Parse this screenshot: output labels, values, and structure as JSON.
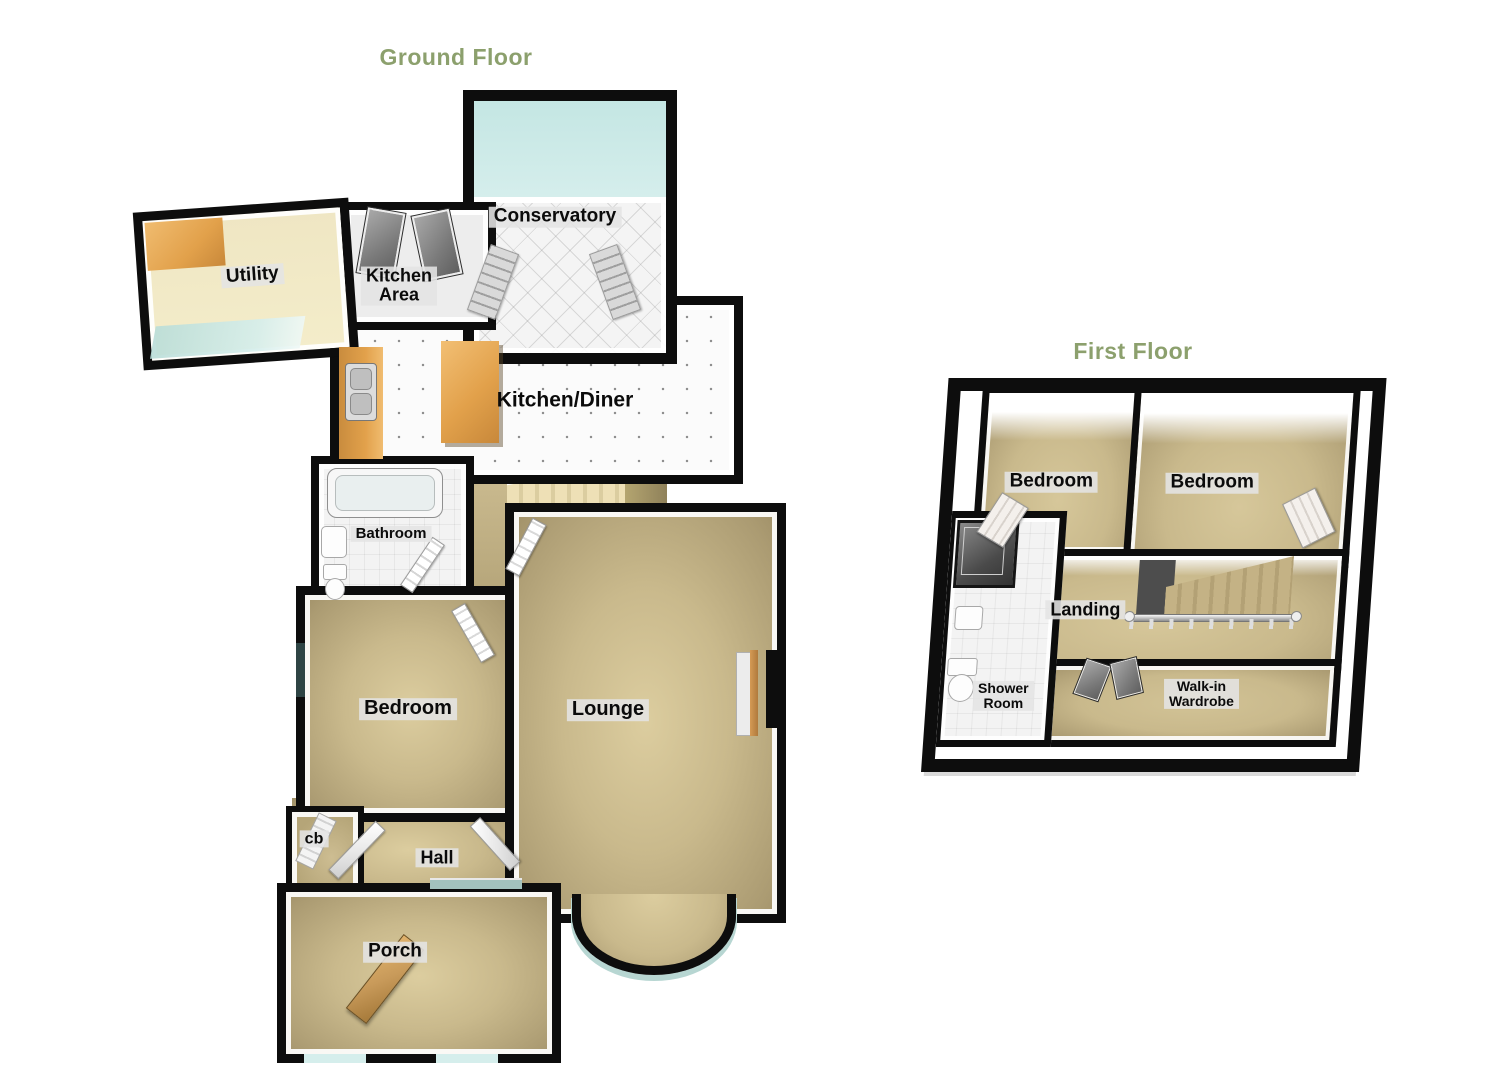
{
  "ground_floor": {
    "title": "Ground Floor",
    "rooms": {
      "conservatory": "Conservatory",
      "utility": "Utility",
      "kitchen_area": {
        "line1": "Kitchen",
        "line2": "Area"
      },
      "kitchen_diner": "Kitchen/Diner",
      "bathroom": "Bathroom",
      "bedroom": "Bedroom",
      "lounge": "Lounge",
      "cupboard": "cb",
      "hall": "Hall",
      "porch": "Porch"
    }
  },
  "first_floor": {
    "title": "First Floor",
    "rooms": {
      "bedroom_left": "Bedroom",
      "bedroom_right": "Bedroom",
      "landing": "Landing",
      "shower_room": {
        "line1": "Shower",
        "line2": "Room"
      },
      "walk_in_wardrobe": {
        "line1": "Walk-in",
        "line2": "Wardrobe"
      }
    }
  },
  "colors": {
    "title": "#8ca06d",
    "wall": "#0d0d0d",
    "carpet": "#c9b98c",
    "tile": "#f3f3f3",
    "glass": "#d5eeec",
    "counter": "#e2a14b",
    "label_bg": "rgba(228,228,228,0.88)",
    "steps_ground": "#eee0b6",
    "steps_first": "#c4b285",
    "cream": "#f4edca"
  }
}
